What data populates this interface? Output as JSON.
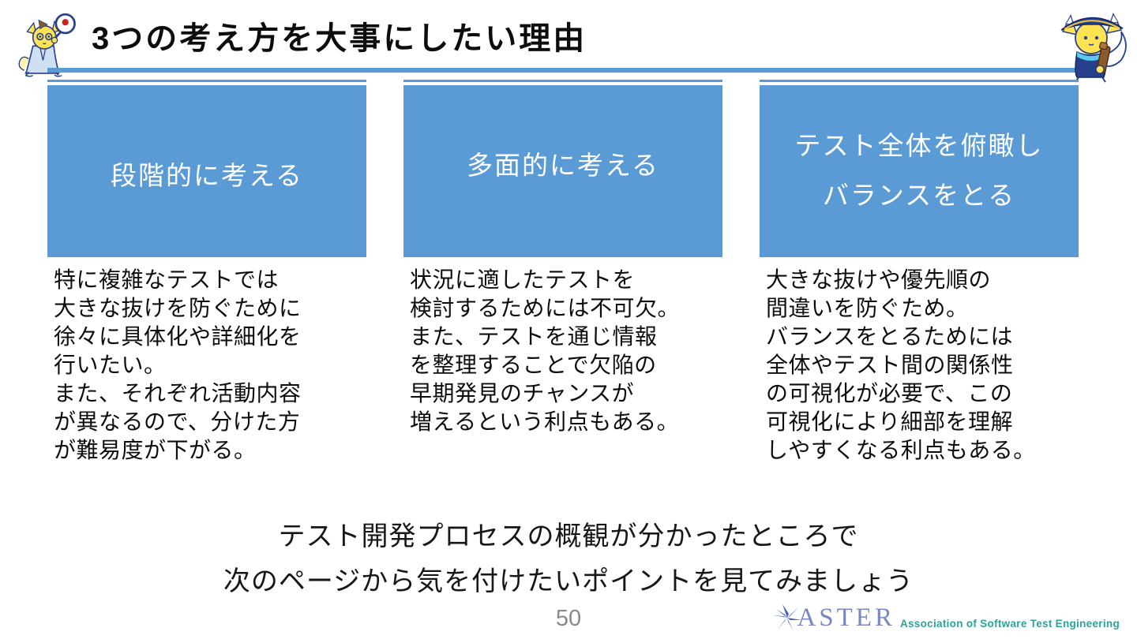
{
  "slide": {
    "title": "3つの考え方を大事にしたい理由",
    "page_number": "50"
  },
  "columns": [
    {
      "heading": "段階的に考える",
      "body": "特に複雑なテストでは\n大きな抜けを防ぐために\n徐々に具体化や詳細化を\n行いたい。\nまた、それぞれ活動内容\nが異なるので、分けた方\nが難易度が下がる。"
    },
    {
      "heading": "多面的に考える",
      "body": "状況に適したテストを\n検討するためには不可欠。\nまた、テストを通じ情報\nを整理することで欠陥の\n早期発見のチャンスが\n増えるという利点もある。"
    },
    {
      "heading": "テスト全体を俯瞰し\nバランスをとる",
      "body": "大きな抜けや優先順の\n間違いを防ぐため。\nバランスをとるためには\n全体やテスト間の関係性\nの可視化が必要で、この\n可視化により細部を理解\nしやすくなる利点もある。"
    }
  ],
  "conclusion": {
    "text": "テスト開発プロセスの概観が分かったところで\n次のページから気を付けたいポイントを見てみましょう"
  },
  "logo": {
    "word": "ASTER",
    "tagline": "Association of Software Test Engineering"
  },
  "icons": {
    "mascot_left": "researcher-fox-mascot-with-magnifier",
    "mascot_right": "pirate-fox-mascot-with-telescope",
    "logo_star": "aster-star-logo"
  },
  "colors": {
    "box_blue": "#5b9bd5",
    "rule_blue": "#5b9bd5",
    "logo_blue": "#7b86c4",
    "logo_teal": "#2ba39b",
    "page_number_gray": "#8a8a8a"
  }
}
